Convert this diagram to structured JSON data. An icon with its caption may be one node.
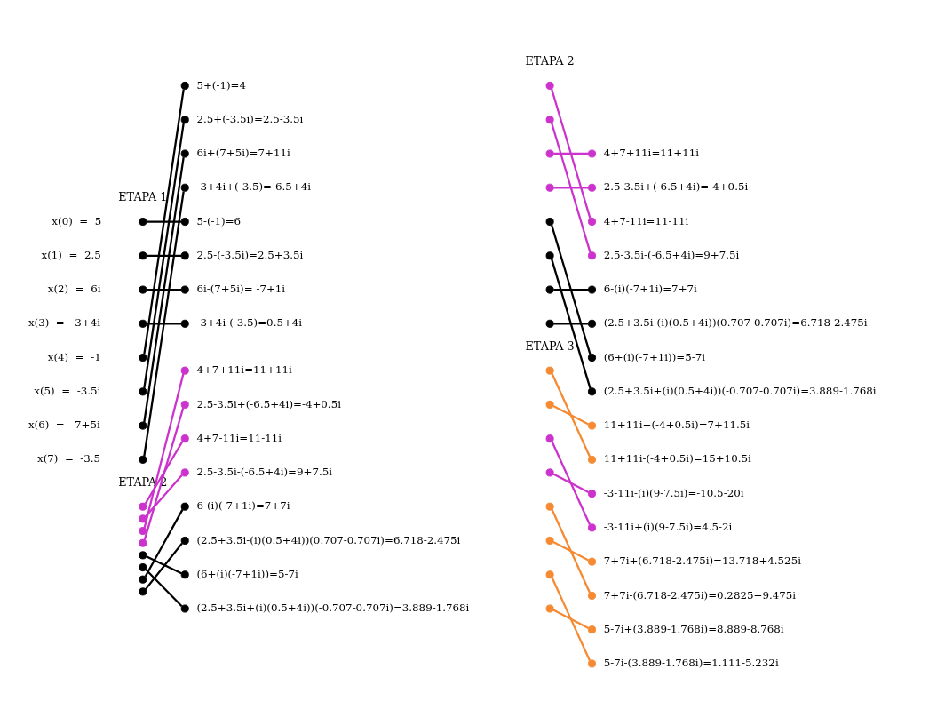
{
  "diagram": {
    "nodes": [
      {
        "text": [],
        "shape": "circle",
        "beside": [
          "x(0)  =  5"
        ]
      },
      {
        "text": [],
        "shape": "circle",
        "beside": [
          "x(1)  =  2.5"
        ]
      },
      {
        "text": [],
        "shape": "circle",
        "beside": [
          "x(2)  =  6i"
        ]
      },
      {
        "text": [],
        "shape": "circle",
        "beside": [
          "x(3)  =  -3+4i"
        ]
      },
      {
        "text": [],
        "shape": "circle",
        "beside": [
          "x(4)  =  -1"
        ]
      },
      {
        "text": [],
        "shape": "circle",
        "beside": [
          "x(5)  =  -3.5i"
        ]
      },
      {
        "text": [],
        "shape": "circle",
        "beside": [
          "x(6)  =   7+5i"
        ]
      },
      {
        "text": [],
        "shape": "circle",
        "beside": [
          "x(7)  =  -3.5"
        ]
      },
      {
        "text": [],
        "shape": "circle",
        "beside": [
          "5+(-1)=4"
        ]
      },
      {
        "text": [],
        "shape": "circle",
        "beside": [
          "2.5+(-3.5i)=2.5-3.5i"
        ]
      },
      {
        "text": [],
        "shape": "circle",
        "beside": [
          "6i+(7+5i)=7+11i"
        ]
      },
      {
        "text": [],
        "shape": "circle",
        "beside": [
          "-3+4i+(-3.5)=-6.5+4i"
        ]
      },
      {
        "text": [],
        "shape": "circle",
        "beside": [
          "5-(-1)=6"
        ]
      },
      {
        "text": [],
        "shape": "circle",
        "beside": [
          "2.5-(-3.5i)=2.5+3.5i"
        ]
      },
      {
        "text": [],
        "shape": "circle",
        "beside": [
          "6i-(7+5i)= -7+1i"
        ]
      },
      {
        "text": [],
        "shape": "circle",
        "beside": [
          "-3+4i-(-3.5)=0.5+4i"
        ]
      },
      {
        "text": [],
        "shape": "circle"
      },
      {
        "text": [],
        "shape": "circle"
      },
      {
        "text": [],
        "shape": "circle"
      },
      {
        "text": [],
        "shape": "circle"
      },
      {
        "text": [],
        "shape": "circle"
      },
      {
        "text": [],
        "shape": "circle"
      },
      {
        "text": [],
        "shape": "circle"
      },
      {
        "text": [],
        "shape": "circle"
      },
      {
        "text": [],
        "shape": "circle",
        "beside": [
          "4+7+11i=11+11i"
        ]
      },
      {
        "text": [],
        "shape": "circle",
        "beside": [
          "2.5-3.5i+(-6.5+4i)=-4+0.5i"
        ]
      },
      {
        "text": [],
        "shape": "circle",
        "beside": [
          "4+7-11i=11-11i"
        ]
      },
      {
        "text": [],
        "shape": "circle",
        "beside": [
          "2.5-3.5i-(-6.5+4i)=9+7.5i"
        ]
      },
      {
        "text": [],
        "shape": "circle",
        "beside": [
          "6-(i)(-7+1i)=7+7i"
        ]
      },
      {
        "text": [],
        "shape": "circle",
        "beside": [
          "(2.5+3.5i-(i)(0.5+4i))(0.707-0.707i)=6.718-2.475i"
        ]
      },
      {
        "text": [],
        "shape": "circle",
        "beside": [
          "(6+(i)(-7+1i))=5-7i"
        ]
      },
      {
        "text": [],
        "shape": "circle",
        "beside": [
          "(2.5+3.5i+(i)(0.5+4i))(-0.707-0.707i)=3.889-1.768i"
        ]
      },
      {
        "text": [],
        "shape": "circle"
      },
      {
        "text": [],
        "shape": "circle"
      },
      {
        "text": [],
        "shape": "circle"
      },
      {
        "text": [],
        "shape": "circle"
      },
      {
        "text": [],
        "shape": "circle"
      },
      {
        "text": [],
        "shape": "circle"
      },
      {
        "text": [],
        "shape": "circle"
      },
      {
        "text": [],
        "shape": "circle"
      },
      {
        "text": [],
        "shape": "circle",
        "beside": [
          "4+7+11i=11+11i"
        ]
      },
      {
        "text": [],
        "shape": "circle",
        "beside": [
          "2.5-3.5i+(-6.5+4i)=-4+0.5i"
        ]
      },
      {
        "text": [],
        "shape": "circle",
        "beside": [
          "4+7-11i=11-11i"
        ]
      },
      {
        "text": [],
        "shape": "circle",
        "beside": [
          "2.5-3.5i-(-6.5+4i)=9+7.5i"
        ]
      },
      {
        "text": [],
        "shape": "circle",
        "beside": [
          "6-(i)(-7+1i)=7+7i"
        ]
      },
      {
        "text": [],
        "shape": "circle",
        "beside": [
          "(2.5+3.5i-(i)(0.5+4i))(0.707-0.707i)=6.718-2.475i"
        ]
      },
      {
        "text": [],
        "shape": "circle",
        "beside": [
          "(6+(i)(-7+1i))=5-7i"
        ]
      },
      {
        "text": [],
        "shape": "circle",
        "beside": [
          "(2.5+3.5i+(i)(0.5+4i))(-0.707-0.707i)=3.889-1.768i"
        ]
      },
      {
        "text": [],
        "shape": "circle"
      },
      {
        "text": [],
        "shape": "circle"
      },
      {
        "text": [],
        "shape": "circle"
      },
      {
        "text": [],
        "shape": "circle"
      },
      {
        "text": [],
        "shape": "circle"
      },
      {
        "text": [],
        "shape": "circle"
      },
      {
        "text": [],
        "shape": "circle"
      },
      {
        "text": [],
        "shape": "circle"
      },
      {
        "text": [],
        "shape": "circle",
        "beside": [
          "11+11i+(-4+0.5i)=7+11.5i"
        ]
      },
      {
        "text": [],
        "shape": "circle",
        "beside": [
          "11+11i-(-4+0.5i)=15+10.5i"
        ]
      },
      {
        "text": [],
        "shape": "circle",
        "beside": [
          "-3-11i-(i)(9-7.5i)=-10.5-20i"
        ]
      },
      {
        "text": [],
        "shape": "circle",
        "beside": [
          "-3-11i+(i)(9-7.5i)=4.5-2i"
        ]
      },
      {
        "text": [],
        "shape": "circle",
        "beside": [
          "7+7i+(6.718-2.475i)=13.718+4.525i"
        ]
      },
      {
        "text": [],
        "shape": "circle",
        "beside": [
          "7+7i-(6.718-2.475i)=0.2825+9.475i"
        ]
      },
      {
        "text": [],
        "shape": "circle",
        "beside": [
          "5-7i+(3.889-1.768i)=8.889-8.768i"
        ]
      },
      {
        "text": [],
        "shape": "circle",
        "beside": [
          "5-7i-(3.889-1.768i)=1.111-5.232i"
        ]
      }
    ],
    "edges": [
      {
        "from": 0,
        "to": 12,
        "arrow": "none"
      },
      {
        "from": 1,
        "to": 13,
        "arrow": "none"
      },
      {
        "from": 2,
        "to": 14,
        "arrow": "none"
      },
      {
        "from": 3,
        "to": 15,
        "arrow": "none"
      },
      {
        "from": 4,
        "to": 8,
        "arrow": "none"
      },
      {
        "from": 5,
        "to": 9,
        "arrow": "none"
      },
      {
        "from": 6,
        "to": 10,
        "arrow": "none"
      },
      {
        "from": 7,
        "to": 11,
        "arrow": "none"
      },
      {
        "from": 16,
        "to": 26,
        "arrow": "none",
        "color": "#cc33cc"
      },
      {
        "from": 17,
        "to": 27,
        "arrow": "none",
        "color": "#cc33cc"
      },
      {
        "from": 18,
        "to": 24,
        "arrow": "none",
        "color": "#cc33cc"
      },
      {
        "from": 19,
        "to": 25,
        "arrow": "none",
        "color": "#cc33cc"
      },
      {
        "from": 20,
        "to": 30,
        "arrow": "none"
      },
      {
        "from": 21,
        "to": 31,
        "arrow": "none"
      },
      {
        "from": 22,
        "to": 28,
        "arrow": "none"
      },
      {
        "from": 23,
        "to": 29,
        "arrow": "none"
      },
      {
        "from": 32,
        "to": 42,
        "arrow": "none",
        "color": "#cc33cc"
      },
      {
        "from": 33,
        "to": 43,
        "arrow": "none",
        "color": "#cc33cc"
      },
      {
        "from": 34,
        "to": 40,
        "arrow": "none",
        "color": "#cc33cc"
      },
      {
        "from": 35,
        "to": 41,
        "arrow": "none",
        "color": "#cc33cc"
      },
      {
        "from": 36,
        "to": 46,
        "arrow": "none"
      },
      {
        "from": 37,
        "to": 47,
        "arrow": "none"
      },
      {
        "from": 38,
        "to": 44,
        "arrow": "none"
      },
      {
        "from": 39,
        "to": 45,
        "arrow": "none"
      },
      {
        "from": 48,
        "to": 57,
        "arrow": "none",
        "color": "#f58a33"
      },
      {
        "from": 49,
        "to": 56,
        "arrow": "none",
        "color": "#f58a33"
      },
      {
        "from": 50,
        "to": 59,
        "arrow": "none",
        "color": "#cc33cc"
      },
      {
        "from": 51,
        "to": 58,
        "arrow": "none",
        "color": "#cc33cc"
      },
      {
        "from": 52,
        "to": 61,
        "arrow": "none",
        "color": "#f58a33"
      },
      {
        "from": 53,
        "to": 60,
        "arrow": "none",
        "color": "#f58a33"
      },
      {
        "from": 54,
        "to": 63,
        "arrow": "none",
        "color": "#f58a33"
      },
      {
        "from": 55,
        "to": 62,
        "arrow": "none",
        "color": "#f58a33"
      }
    ],
    "labels": [
      "ETAPA 1",
      "ETAPA 2",
      "ETAPA 2",
      "ETAPA 3"
    ]
  }
}
